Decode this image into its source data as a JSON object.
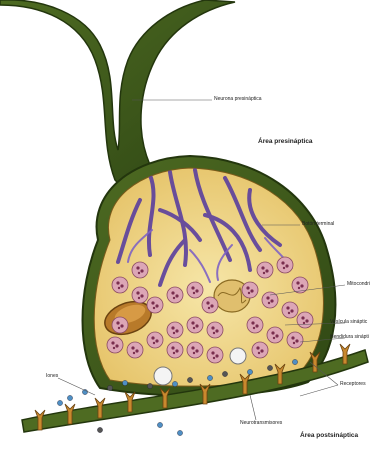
{
  "diagram": {
    "labels": {
      "presynaptic_neuron": "Neurona presináptica",
      "presynaptic_area": "Área presináptica",
      "terminal_button": "Botón terminal",
      "mitochondria": "Mitocondri",
      "synaptic_vesicle": "Vesícula sináptic",
      "synaptic_cleft": "Hendidura sinápti",
      "ions": "Iones",
      "receptors": "Receptores",
      "neurotransmitters": "Neurotransmisores",
      "postsynaptic_area": "Área postsináptica"
    },
    "colors": {
      "axon": "#3f5a1c",
      "axon_edge": "#2c4212",
      "cytoplasm": "#f2d98a",
      "mitochondria": "#b87a2a",
      "filaments": "#5a3f9e",
      "vesicle": "#d9a5b5",
      "receptor": "#c9892e",
      "ion": "#4f8fc4"
    }
  }
}
